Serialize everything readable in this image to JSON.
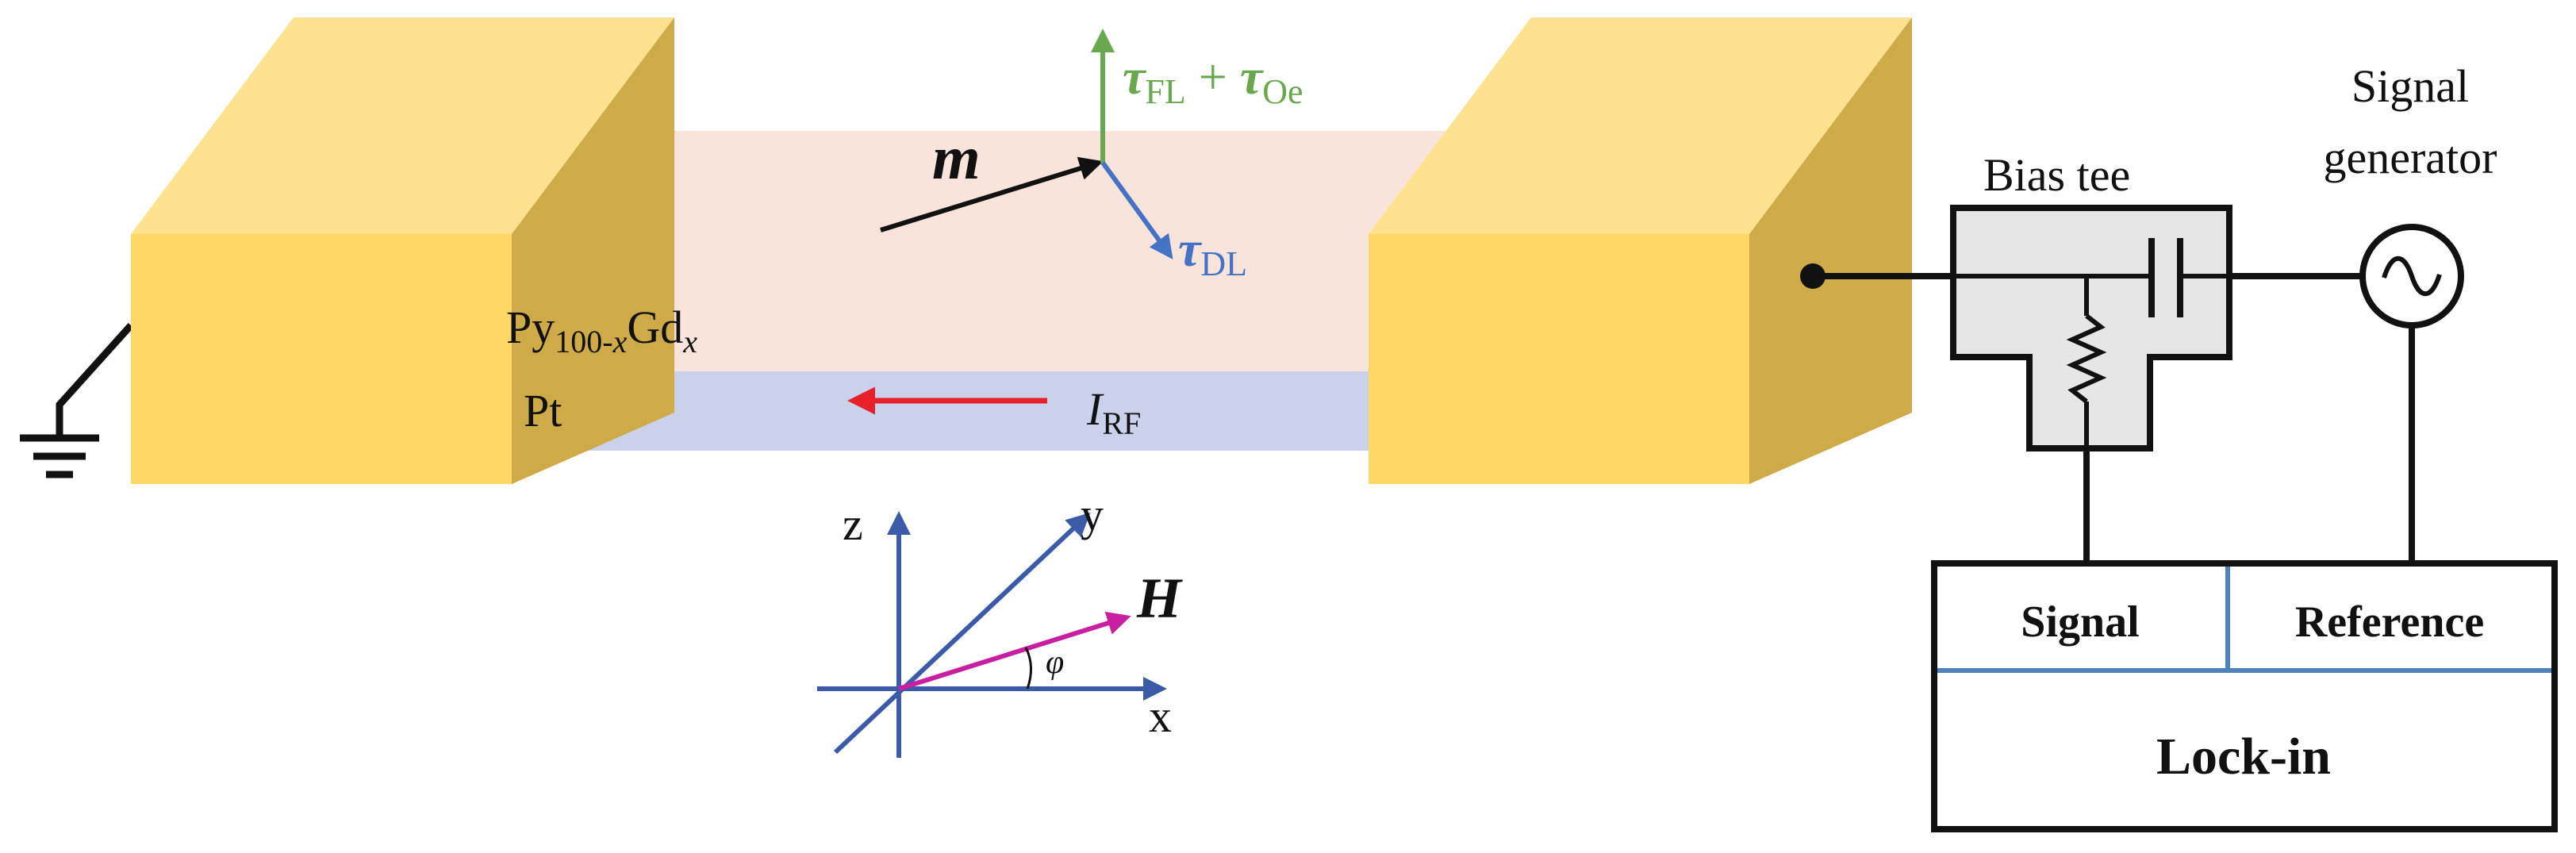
{
  "colors": {
    "gold_front": "#FFD766",
    "gold_top": "#FFE28F",
    "gold_side": "#CFAA48",
    "py_layer": "#F9E4DC",
    "pt_layer": "#C9D2EA",
    "torque_fl": "#6AA84F",
    "torque_dl": "#4472C4",
    "current_arrow": "#E8202A",
    "field_arrow": "#C81FA0",
    "axis_arrows": "#3B5BA9",
    "circuit": "#111111",
    "bias_tee_fill": "#E6E6E6",
    "lockin_divider": "#4F81BD"
  },
  "labels": {
    "m": "m",
    "tau": "τ",
    "fl_sub": "FL",
    "plus": " + ",
    "oe_sub": "Oe",
    "dl_sub": "DL",
    "py_main": "Py",
    "py_sub": "100-",
    "py_sub_x": "x",
    "gd_main": "Gd",
    "gd_sub": "x",
    "pt": "Pt",
    "i_main": "I",
    "i_sub": "RF",
    "axis_z": "z",
    "axis_y": "y",
    "axis_x": "x",
    "H": "H",
    "phi": "φ",
    "bias_tee": "Bias tee",
    "sg_line1": "Signal",
    "sg_line2": "generator",
    "lockin_signal": "Signal",
    "lockin_reference": "Reference",
    "lockin_title": "Lock-in"
  },
  "icons": {
    "ground": "ground-icon",
    "ac_source": "ac-source-icon",
    "capacitor": "capacitor-icon",
    "inductor": "inductor-icon"
  }
}
